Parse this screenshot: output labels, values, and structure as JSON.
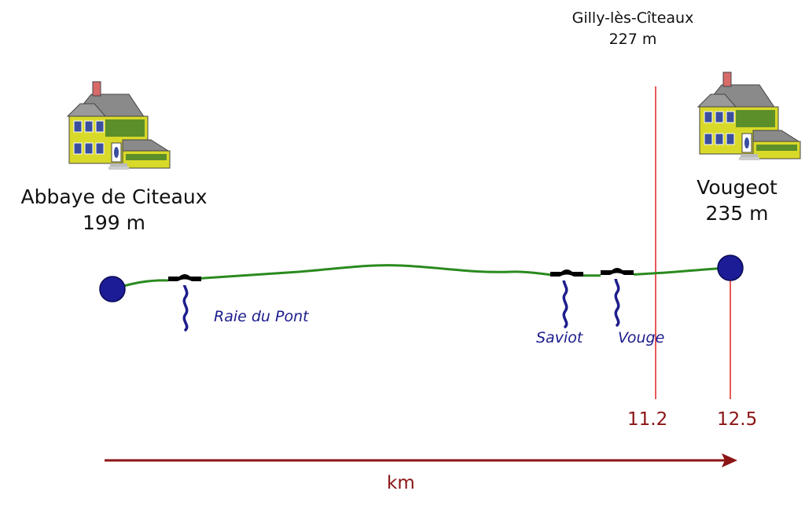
{
  "towns": {
    "start": {
      "name": "Abbaye de Citeaux",
      "altitude": "199 m"
    },
    "gilly": {
      "name": "Gilly-lès-Cîteaux",
      "altitude": "227 m"
    },
    "end": {
      "name": "Vougeot",
      "altitude": "235 m"
    }
  },
  "rivers": [
    {
      "name": "Raie du Pont"
    },
    {
      "name": "Saviot"
    },
    {
      "name": "Vouge"
    }
  ],
  "markers": {
    "gilly_km": "11.2",
    "end_km": "12.5"
  },
  "axis": {
    "label": "km"
  },
  "colors": {
    "route": "#2a8a1e",
    "stop": "#1c1c96",
    "river": "#1e1e8c",
    "marker": "#8b1414"
  },
  "icons": [
    "house-icon",
    "bridge-icon"
  ]
}
